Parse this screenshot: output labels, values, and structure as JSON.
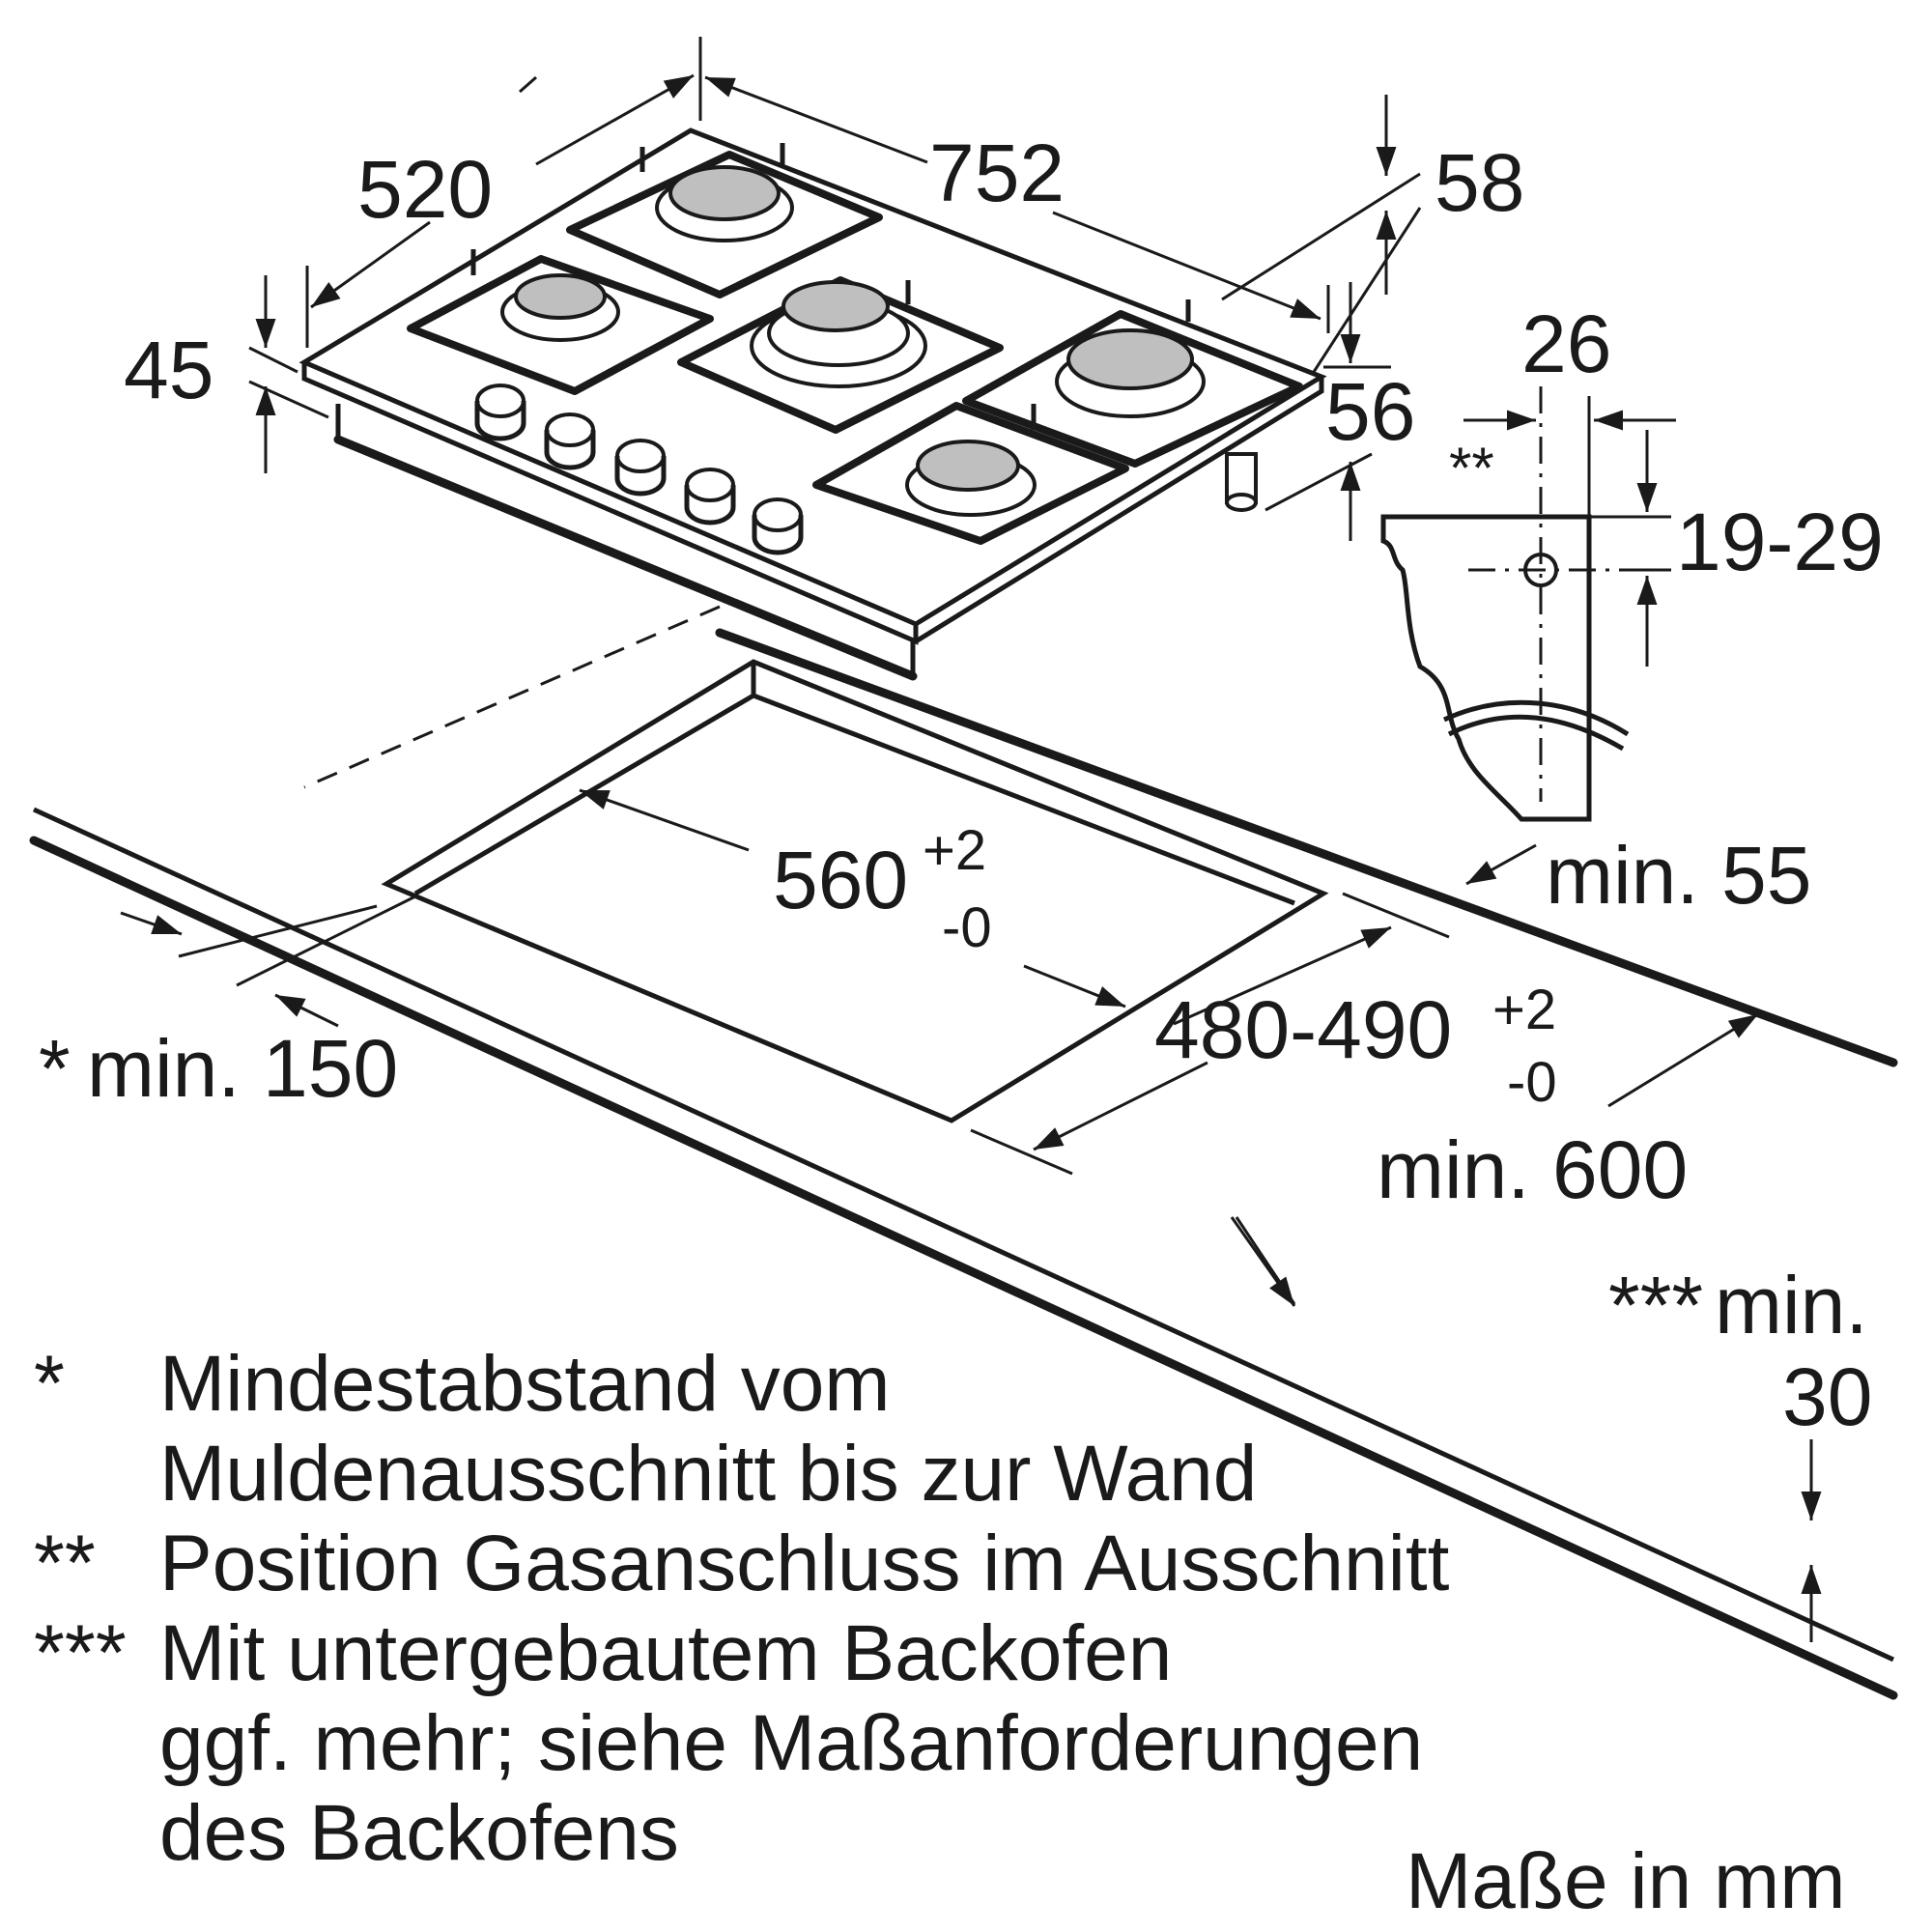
{
  "dimensions": {
    "depth": "520",
    "width": "752",
    "total_height": "58",
    "rim_height": "45",
    "connection_height": "56",
    "gas_offset": "26",
    "gas_marker": "**",
    "gas_depth": "19-29",
    "cutout_width": "560",
    "cutout_width_tol_upper": "+2",
    "cutout_width_tol_lower": "-0",
    "cutout_depth": "480-490",
    "cutout_depth_tol_upper": "+2",
    "cutout_depth_tol_lower": "-0",
    "min_back": "min. 55",
    "min_worktop_depth": "min. 600",
    "min_wall_marker": "*",
    "min_wall": "min. 150",
    "min_worktop_thickness_marker": "***",
    "min_worktop_thickness_label": "min.",
    "min_worktop_thickness_value": "30"
  },
  "notes": [
    {
      "marker": "*",
      "lines": [
        "Mindestabstand vom",
        "Muldenausschnitt bis zur Wand"
      ]
    },
    {
      "marker": "**",
      "lines": [
        "Position Gasanschluss im Ausschnitt"
      ]
    },
    {
      "marker": "***",
      "lines": [
        "Mit untergebautem Backofen",
        "ggf. mehr; siehe Maßanforderungen",
        "des Backofens"
      ]
    }
  ],
  "units_label": "Maße in mm"
}
